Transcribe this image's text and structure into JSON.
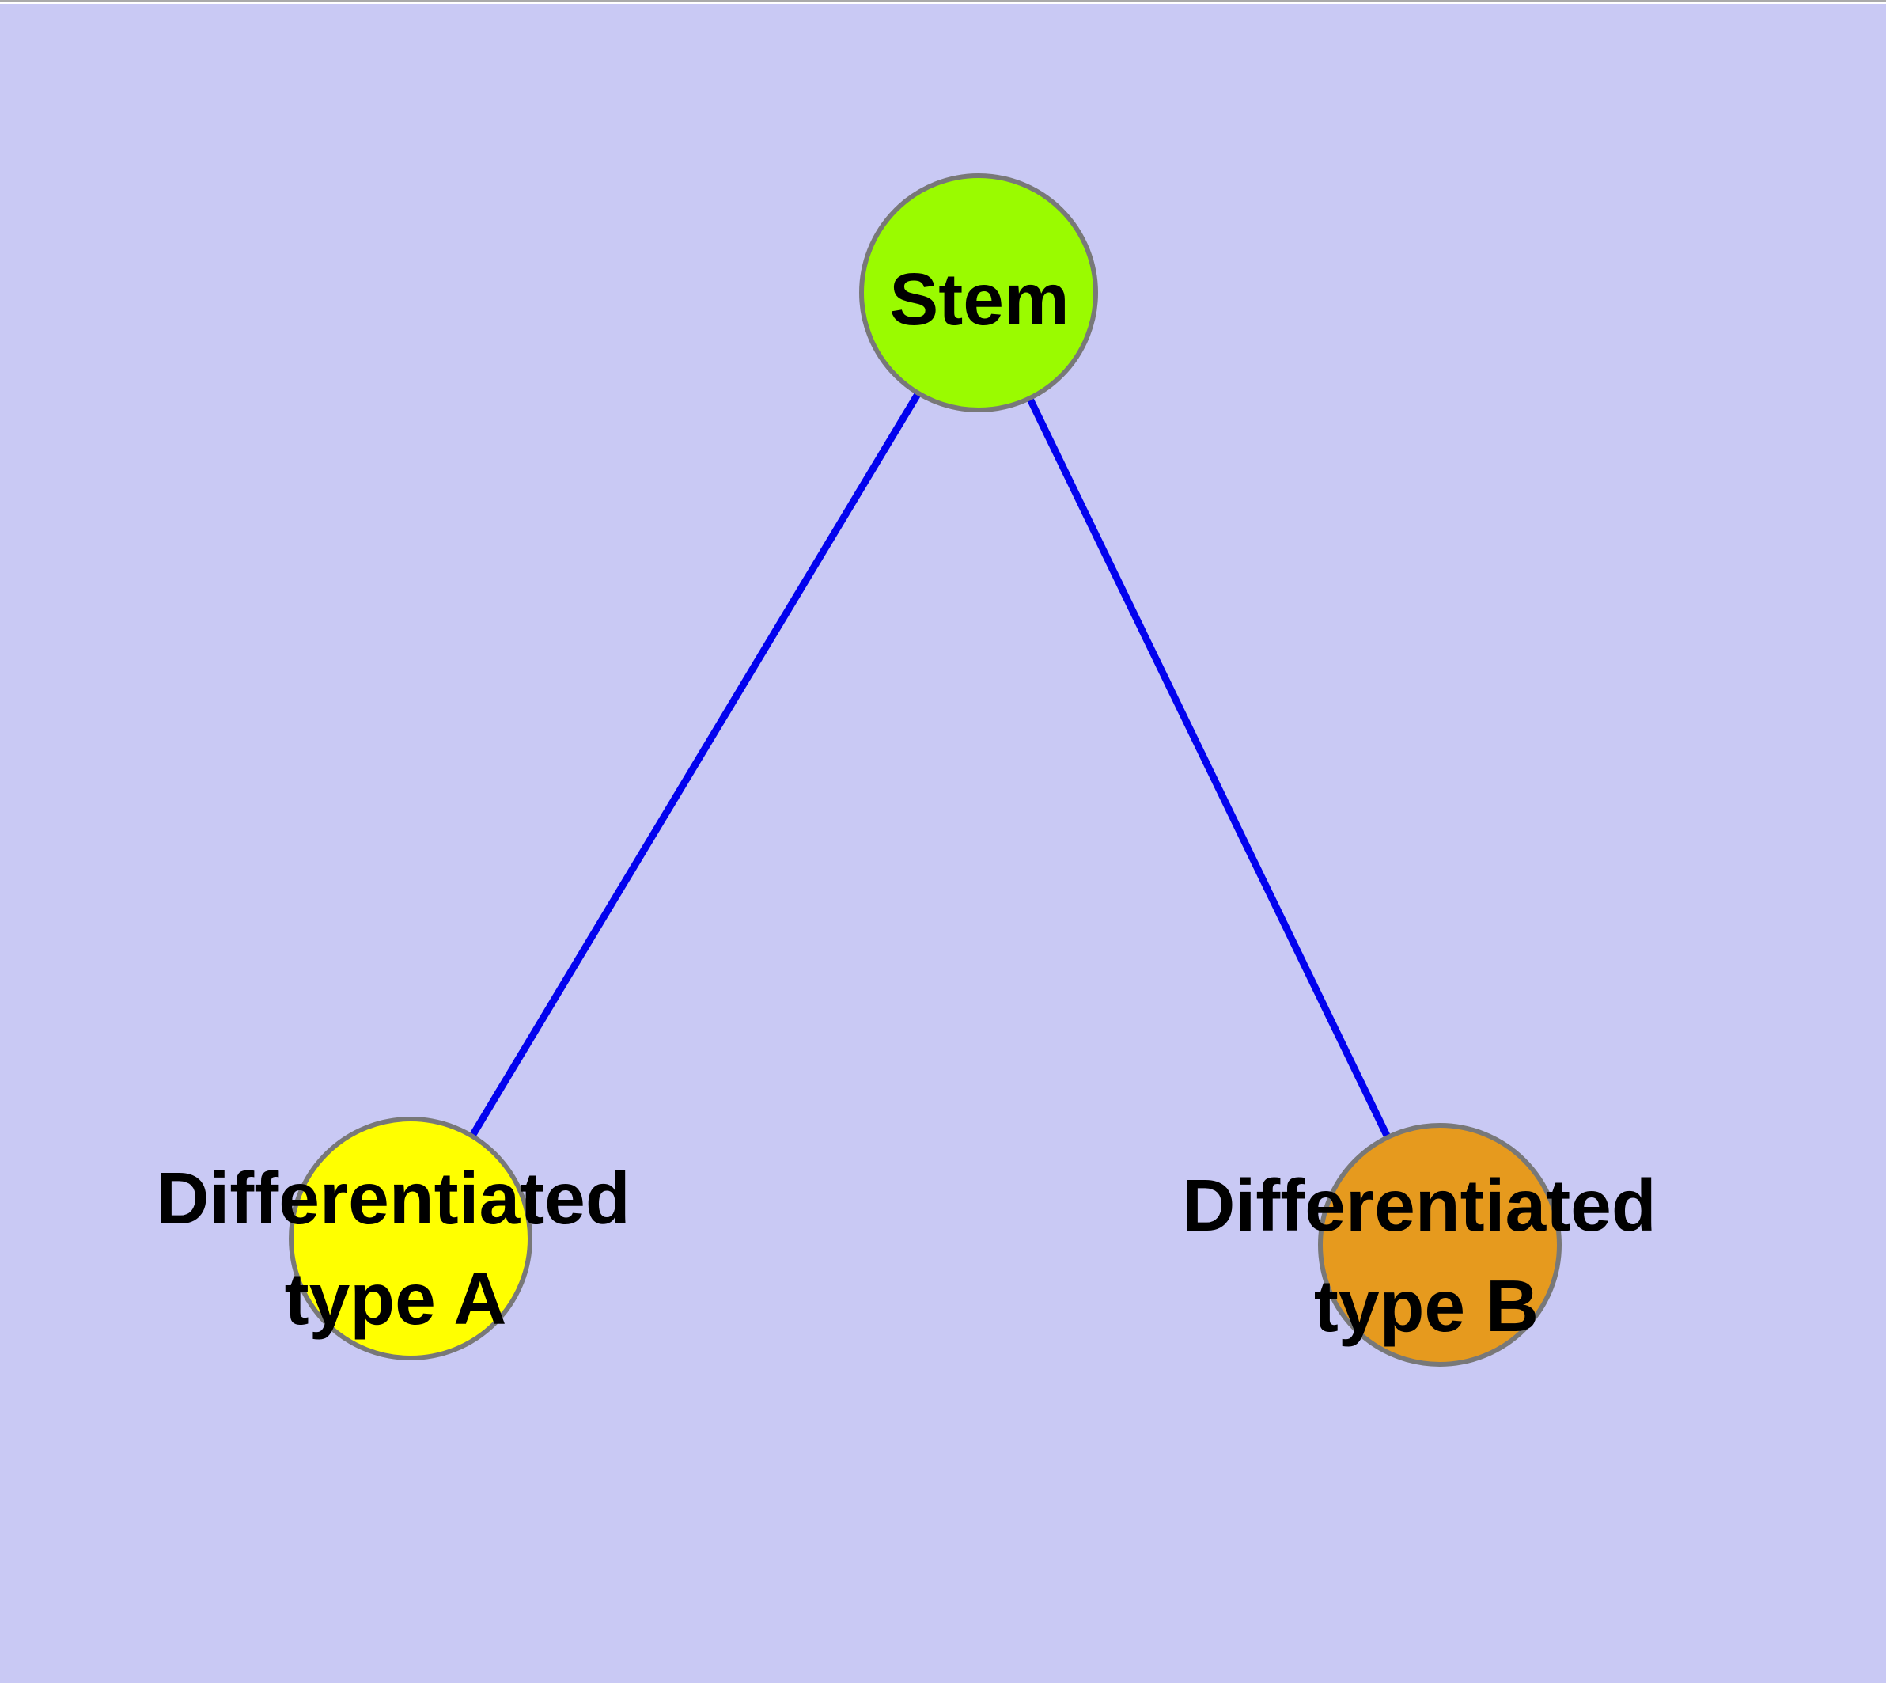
{
  "diagram": {
    "title_hint": "Stem cell differentiation graph",
    "background_color": "#c9c9f4",
    "edge_color": "#0202ee",
    "node_border_color": "#787878",
    "nodes": [
      {
        "id": "stem",
        "label_lines": [
          "Stem"
        ],
        "fill": "#9afb00"
      },
      {
        "id": "differentiated-type-a",
        "label_lines": [
          "Differentiated",
          "type A"
        ],
        "fill": "#ffff00"
      },
      {
        "id": "differentiated-type-b",
        "label_lines": [
          "Differentiated",
          "type B"
        ],
        "fill": "#e69a1e"
      }
    ],
    "edges": [
      {
        "from": "Stem",
        "to": "Differentiated type A"
      },
      {
        "from": "Stem",
        "to": "Differentiated type B"
      }
    ]
  }
}
